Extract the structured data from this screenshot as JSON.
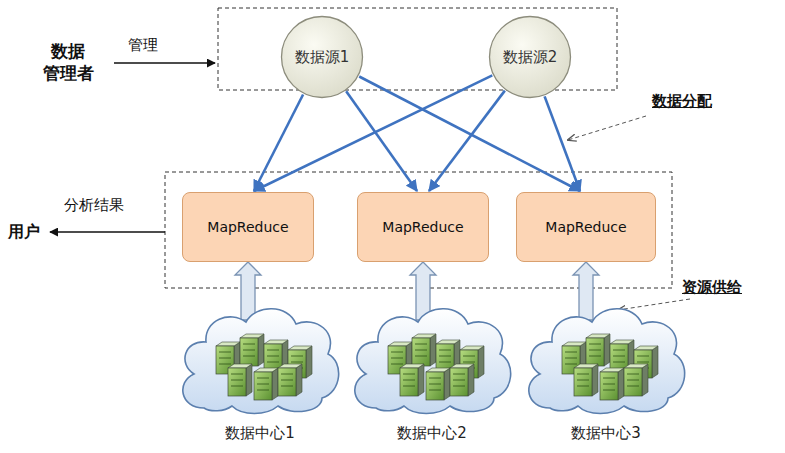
{
  "diagram": {
    "nodes": [
      {
        "text": [
          "数据源1"
        ]
      },
      {
        "text": [
          "数据源2"
        ]
      },
      {
        "text": [
          "MapReduce"
        ]
      },
      {
        "text": [
          "MapReduce"
        ]
      },
      {
        "text": [
          "MapReduce"
        ]
      },
      {
        "text": [
          "数据中心1"
        ]
      },
      {
        "text": [
          "数据中心2"
        ]
      },
      {
        "text": [
          "数据中心3"
        ]
      }
    ],
    "edges": [
      {
        "from": 0,
        "to": 2,
        "arrow": "to"
      },
      {
        "from": 0,
        "to": 3,
        "arrow": "to"
      },
      {
        "from": 0,
        "to": 4,
        "arrow": "to"
      },
      {
        "from": 1,
        "to": 2,
        "arrow": "to"
      },
      {
        "from": 1,
        "to": 3,
        "arrow": "to"
      },
      {
        "from": 1,
        "to": 4,
        "arrow": "to"
      },
      {
        "from": 5,
        "to": 2,
        "arrow": "to"
      },
      {
        "from": 6,
        "to": 3,
        "arrow": "to"
      },
      {
        "from": 7,
        "to": 4,
        "arrow": "to"
      }
    ],
    "labels": [
      "数据 管理者",
      "管理",
      "数据分配",
      "分析结果",
      "用户",
      "资源供给"
    ]
  }
}
